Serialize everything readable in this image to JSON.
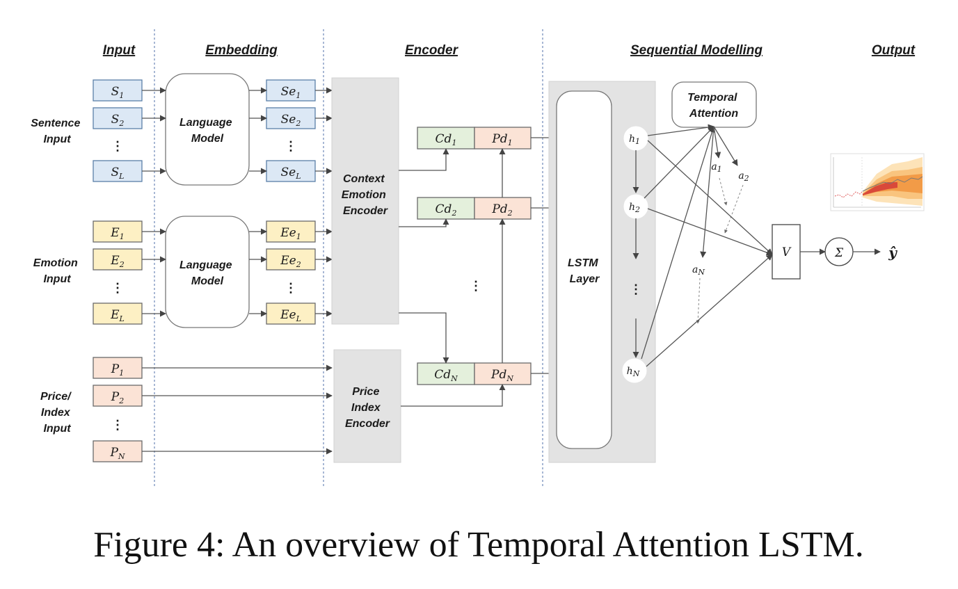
{
  "headers": {
    "input": "Input",
    "embedding": "Embedding",
    "encoder": "Encoder",
    "sequential": "Sequential Modelling",
    "output": "Output"
  },
  "groups": {
    "sentence": [
      "Sentence",
      "Input"
    ],
    "emotion": [
      "Emotion",
      "Input"
    ],
    "price": [
      "Price/",
      "Index",
      "Input"
    ]
  },
  "inputs": {
    "sentence": [
      [
        "S",
        "1"
      ],
      [
        "S",
        "2"
      ],
      [
        "S",
        "L"
      ]
    ],
    "emotion": [
      [
        "E",
        "1"
      ],
      [
        "E",
        "2"
      ],
      [
        "E",
        "L"
      ]
    ],
    "price": [
      [
        "P",
        "1"
      ],
      [
        "P",
        "2"
      ],
      [
        "P",
        "N"
      ]
    ]
  },
  "embeddings": {
    "sentence": [
      [
        "Se",
        "1"
      ],
      [
        "Se",
        "2"
      ],
      [
        "Se",
        "L"
      ]
    ],
    "emotion": [
      [
        "Ee",
        "1"
      ],
      [
        "Ee",
        "2"
      ],
      [
        "Ee",
        "L"
      ]
    ]
  },
  "language_model": [
    "Language",
    "Model"
  ],
  "context_encoder": [
    "Context",
    "Emotion",
    "Encoder"
  ],
  "price_encoder": [
    "Price",
    "Index",
    "Encoder"
  ],
  "encoded_pairs": [
    {
      "cd": [
        "Cd",
        "1"
      ],
      "pd": [
        "Pd",
        "1"
      ]
    },
    {
      "cd": [
        "Cd",
        "2"
      ],
      "pd": [
        "Pd",
        "2"
      ]
    },
    {
      "cd": [
        "Cd",
        "N"
      ],
      "pd": [
        "Pd",
        "N"
      ]
    }
  ],
  "lstm": [
    "LSTM",
    "Layer"
  ],
  "hidden": [
    [
      "h",
      "1"
    ],
    [
      "h",
      "2"
    ],
    [
      "h",
      "N"
    ]
  ],
  "temporal_attention": [
    "Temporal",
    "Attention"
  ],
  "attn_weights": [
    [
      "a",
      "1"
    ],
    [
      "a",
      "2"
    ],
    [
      "a",
      "N"
    ]
  ],
  "v_label": "V",
  "sum_symbol": "Σ",
  "output_symbol": "ŷ",
  "ellipsis": "⋮",
  "caption": "Figure 4: An overview of Temporal Attention LSTM.",
  "colors": {
    "sentence_fill": "#dce8f5",
    "sentence_stroke": "#5a7fa8",
    "emotion_fill": "#fdf0c4",
    "emotion_stroke": "#6a6a6a",
    "price_fill": "#fbe3d6",
    "cd_fill": "#e4f0dc",
    "pd_fill": "#fbe3d6",
    "encoder_fill": "#e3e3e3",
    "separator": "#4f6fa8"
  }
}
